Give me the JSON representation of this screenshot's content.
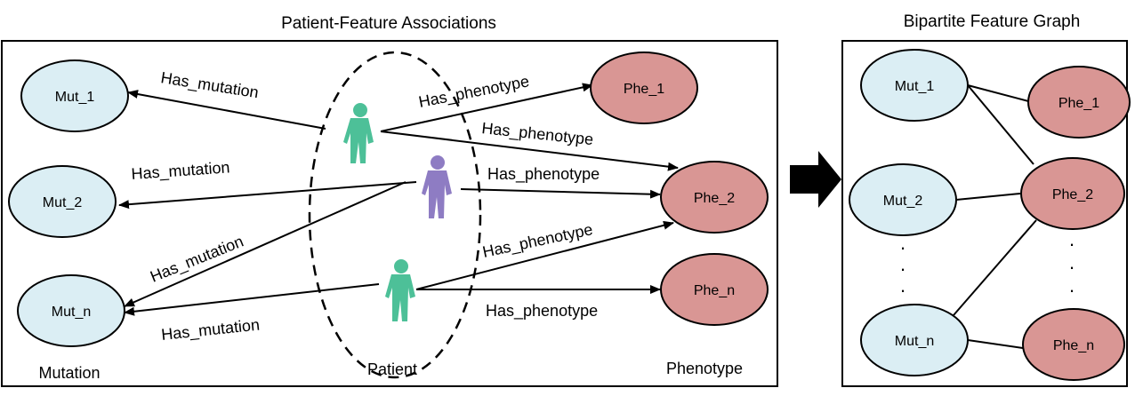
{
  "left_panel": {
    "title": "Patient-Feature Associations",
    "mutation_nodes": [
      "Mut_1",
      "Mut_2",
      "Mut_n"
    ],
    "phenotype_nodes": [
      "Phe_1",
      "Phe_2",
      "Phe_n"
    ],
    "group_labels": {
      "mutation": "Mutation",
      "patient": "Patient",
      "phenotype": "Phenotype"
    },
    "edge_labels": {
      "has_mutation": "Has_mutation",
      "has_phenotype": "Has_phenotype"
    }
  },
  "right_panel": {
    "title": "Bipartite Feature Graph",
    "mutation_nodes": [
      "Mut_1",
      "Mut_2",
      "Mut_n"
    ],
    "phenotype_nodes": [
      "Phe_1",
      "Phe_2",
      "Phe_n"
    ],
    "ellipsis": "."
  },
  "colors": {
    "mutation_fill": "#dbeef4",
    "phenotype_fill": "#d99694",
    "patient_green": "#4dc098",
    "patient_purple": "#8e7cc3",
    "stroke": "#000000"
  }
}
